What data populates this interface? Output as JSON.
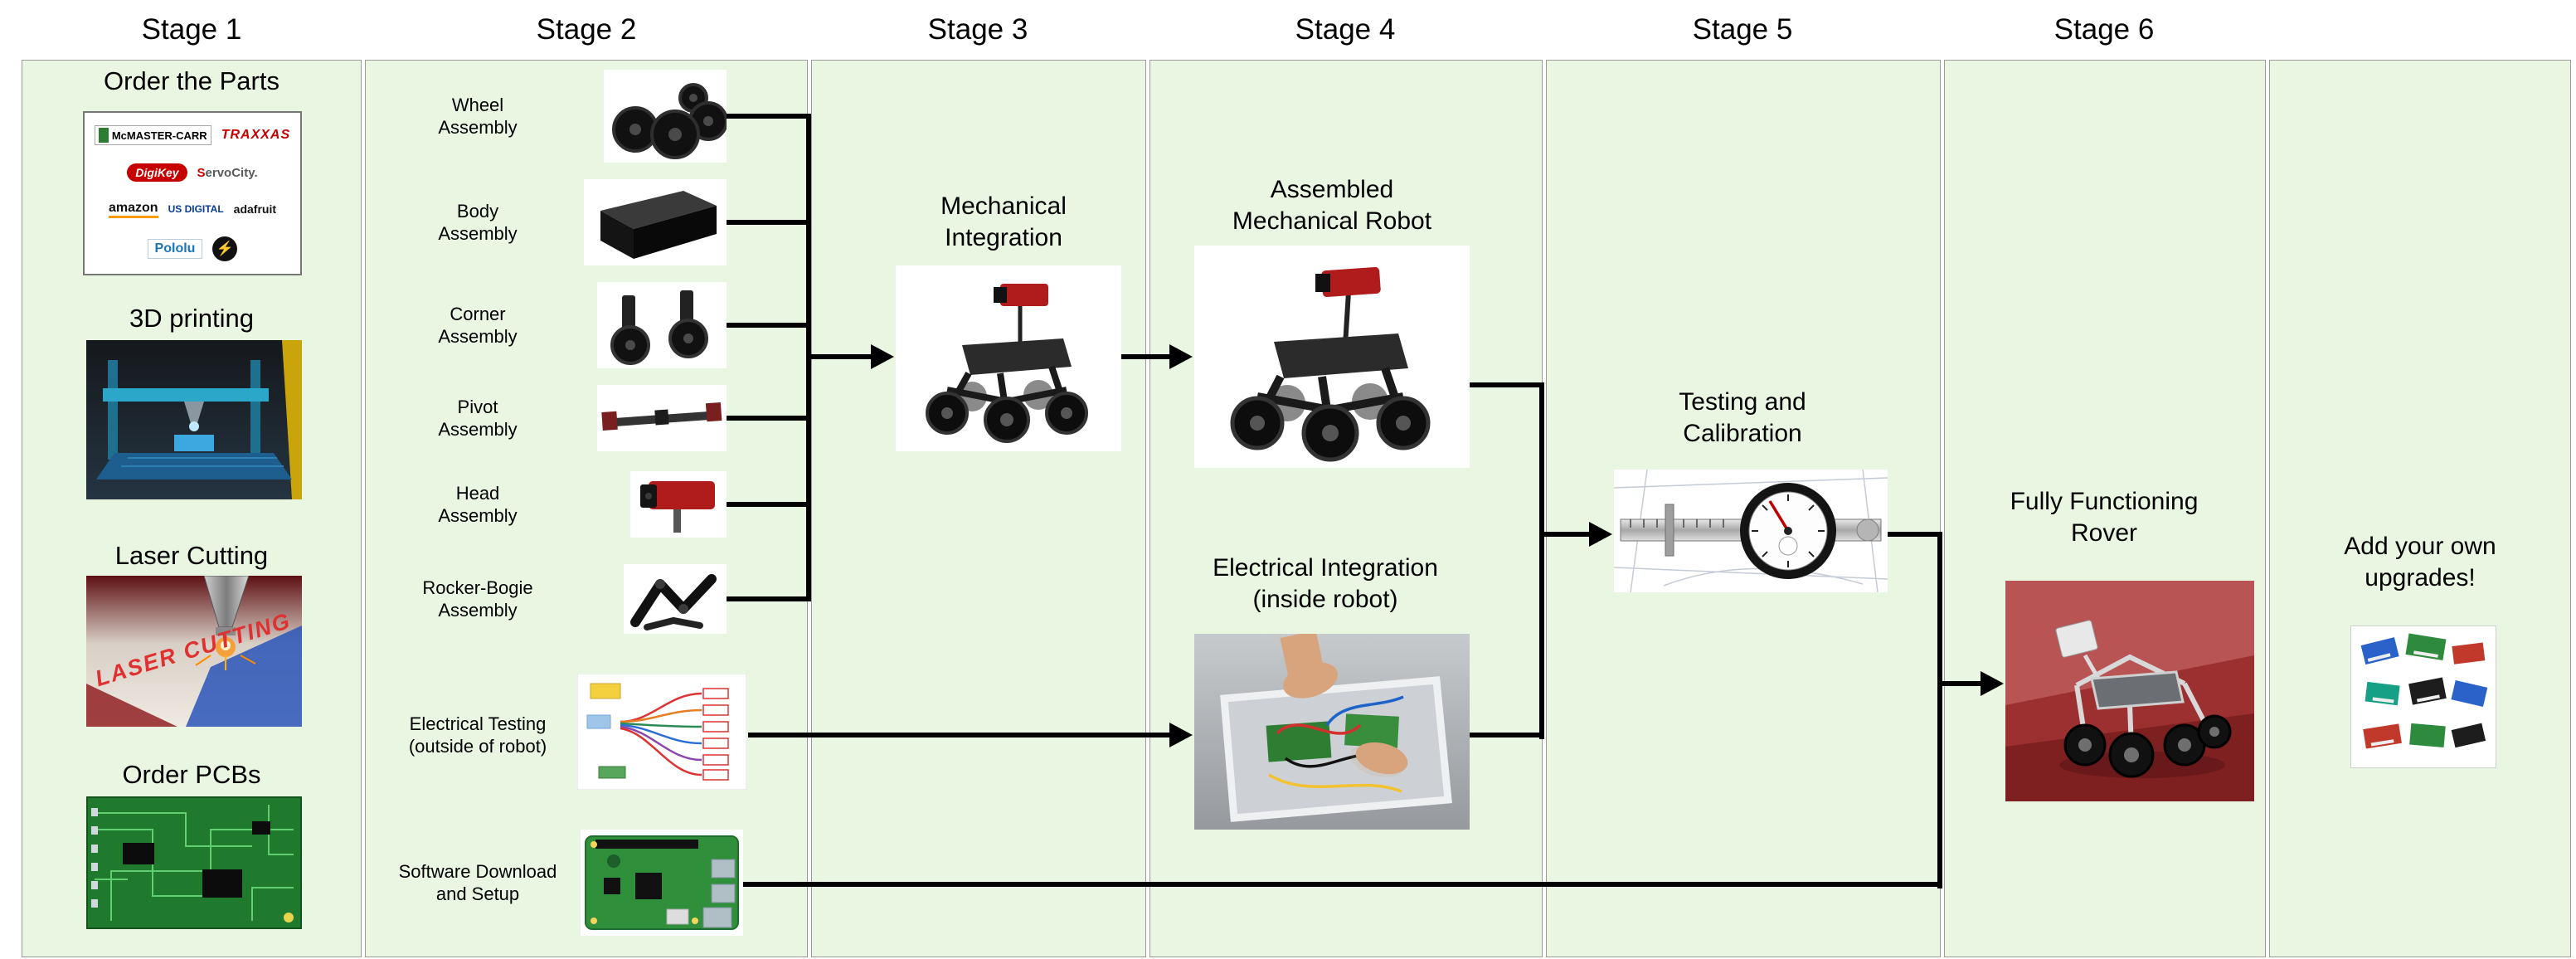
{
  "stages": [
    "Stage 1",
    "Stage 2",
    "Stage 3",
    "Stage 4",
    "Stage 5",
    "Stage 6"
  ],
  "stage1": {
    "title_parts": "Order the Parts",
    "title_3d": "3D printing",
    "title_laser": "Laser Cutting",
    "title_pcb": "Order PCBs",
    "laser_text": "LASER CUTTING",
    "logos": [
      "McMASTER-CARR",
      "TRAXXAS",
      "DigiKey",
      "ServoCity.",
      "amazon",
      "US DIGITAL",
      "adafruit",
      "Pololu",
      "⚡"
    ]
  },
  "stage2": {
    "items": [
      {
        "line1": "Wheel",
        "line2": "Assembly"
      },
      {
        "line1": "Body",
        "line2": "Assembly"
      },
      {
        "line1": "Corner",
        "line2": "Assembly"
      },
      {
        "line1": "Pivot",
        "line2": "Assembly"
      },
      {
        "line1": "Head",
        "line2": "Assembly"
      },
      {
        "line1": "Rocker-Bogie",
        "line2": "Assembly"
      },
      {
        "line1": "Electrical Testing",
        "line2": "(outside of robot)"
      },
      {
        "line1": "Software Download",
        "line2": "and Setup"
      }
    ]
  },
  "stage3": {
    "title": "Mechanical Integration"
  },
  "stage4": {
    "top_title": "Assembled Mechanical Robot",
    "bottom_title": "Electrical Integration (inside robot)"
  },
  "stage5": {
    "title": "Testing and Calibration"
  },
  "stage6": {
    "title": "Fully Functioning Rover"
  },
  "upgrades": {
    "title": "Add your own upgrades!"
  },
  "colors": {
    "column_bg": "#e9f7e2",
    "column_border": "#9b9b9b",
    "connector": "#000000",
    "laser_text": "#e03131",
    "pcb_green": "#1f7a2d"
  }
}
